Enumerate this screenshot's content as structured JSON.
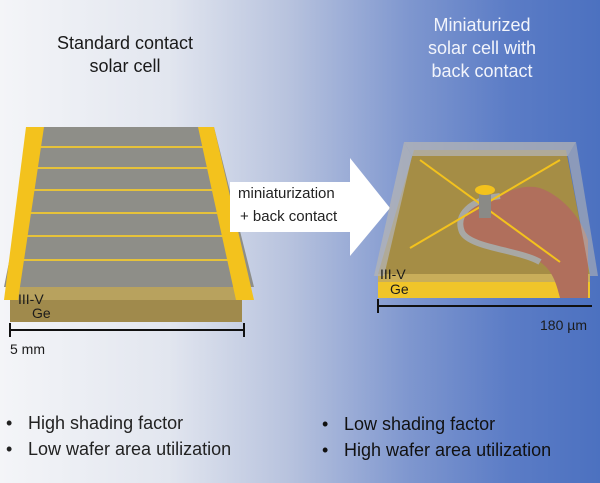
{
  "left": {
    "title_lines": [
      "Standard contact",
      "solar cell"
    ],
    "layer_top": "III-V",
    "layer_bottom": "Ge",
    "scale": "5 mm",
    "bullets": [
      "High shading factor",
      "Low wafer area utilization"
    ]
  },
  "arrow": {
    "line1": "miniaturization",
    "line2": "+ back contact"
  },
  "right": {
    "title_lines": [
      "Miniaturized",
      "solar cell with",
      "back contact"
    ],
    "layer_top": "III-V",
    "layer_bottom": "Ge",
    "scale": "180 µm",
    "bullets": [
      "Low shading factor",
      "High wafer area utilization"
    ]
  },
  "bullet_glyph": "•",
  "colors": {
    "gold": "#f3c21d",
    "gray": "#8f8f87",
    "olive": "#a58d45",
    "contact_brown": "#b06f5c"
  }
}
